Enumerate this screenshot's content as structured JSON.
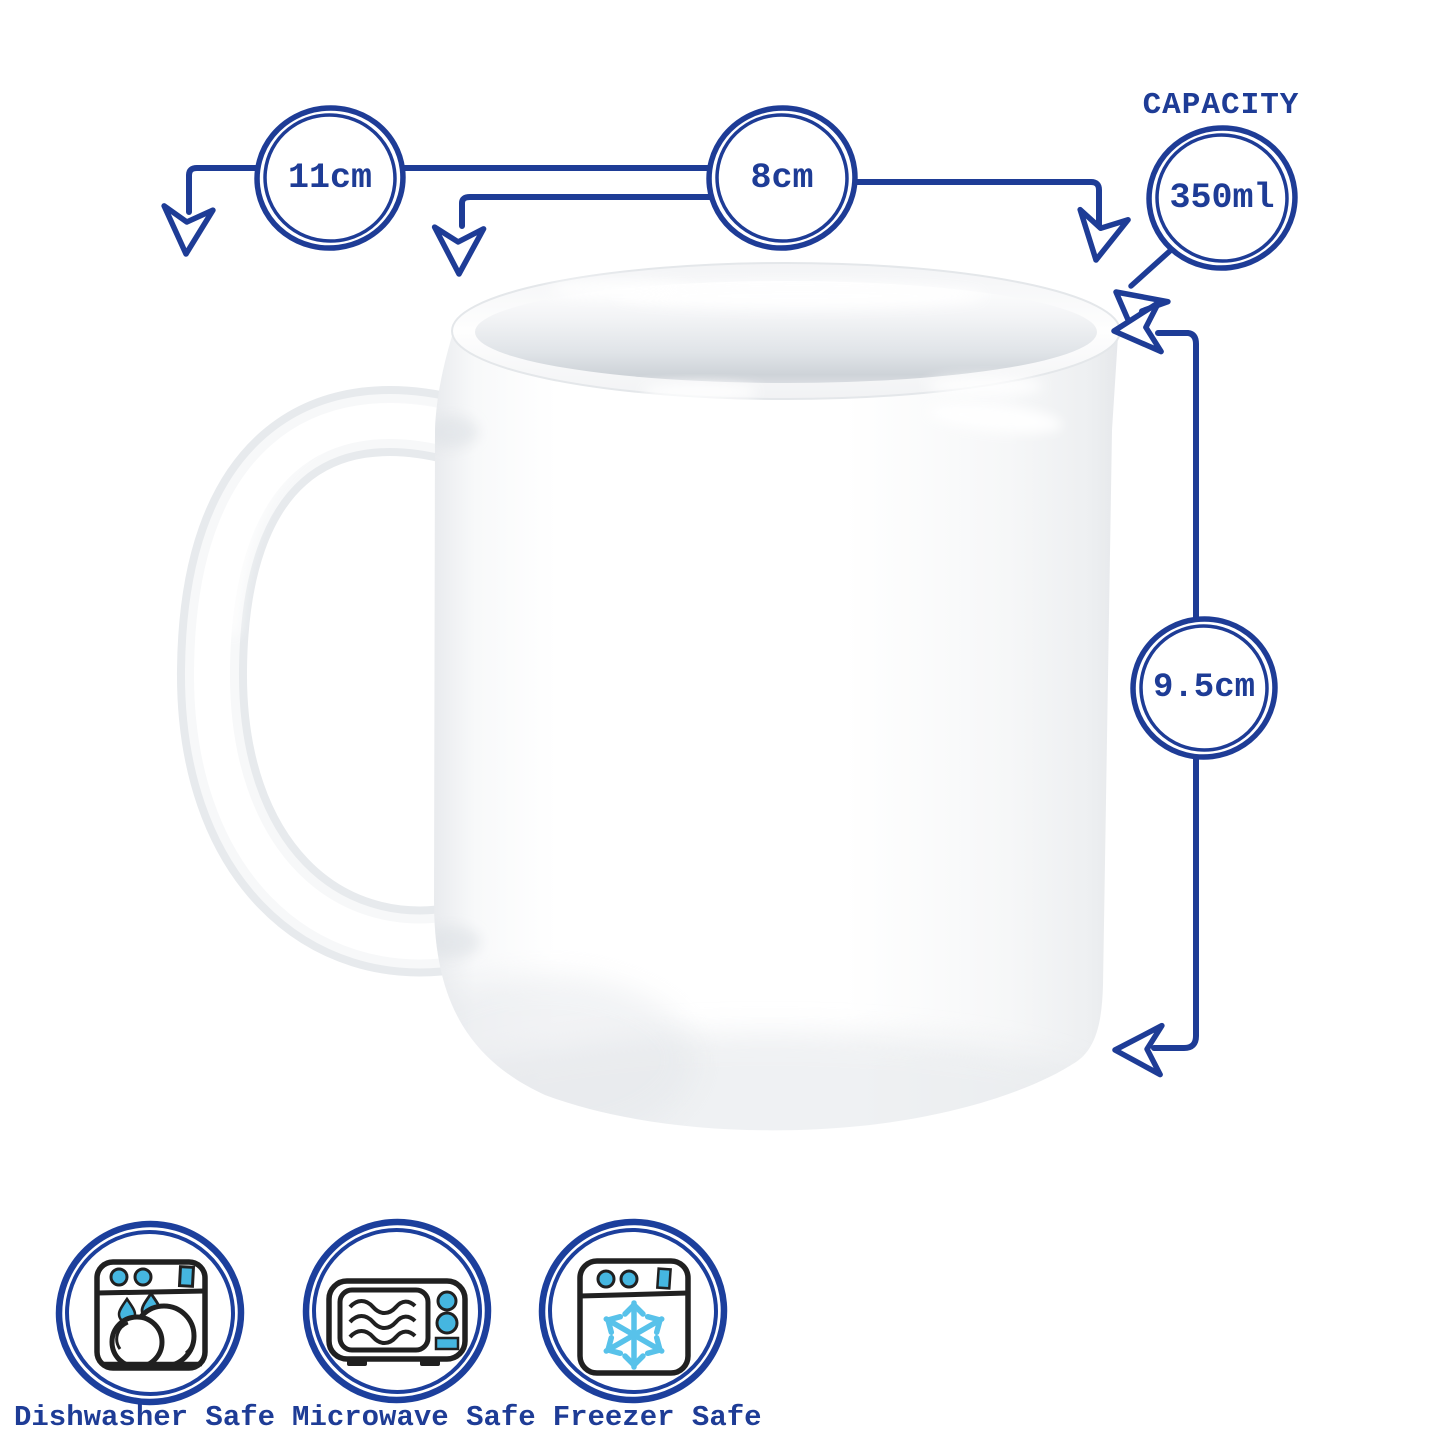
{
  "page": {
    "background": "#ffffff"
  },
  "colors": {
    "annotation_navy": "#1e3c96",
    "icon_outline": "#202020",
    "icon_cyan": "#45b6e0",
    "snowflake_blue": "#58c2ea",
    "mug_white": "#ffffff",
    "mug_shadow_gray": "#dfe3e7"
  },
  "dimensions": {
    "width_label": "11cm",
    "diameter_label": "8cm",
    "height_label": "9.5cm",
    "capacity_title": "CAPACITY",
    "capacity_value": "350ml"
  },
  "features": [
    {
      "icon": "dishwasher-icon",
      "label": "Dishwasher Safe"
    },
    {
      "icon": "microwave-icon",
      "label": "Microwave Safe"
    },
    {
      "icon": "freezer-icon",
      "label": "Freezer Safe"
    }
  ]
}
